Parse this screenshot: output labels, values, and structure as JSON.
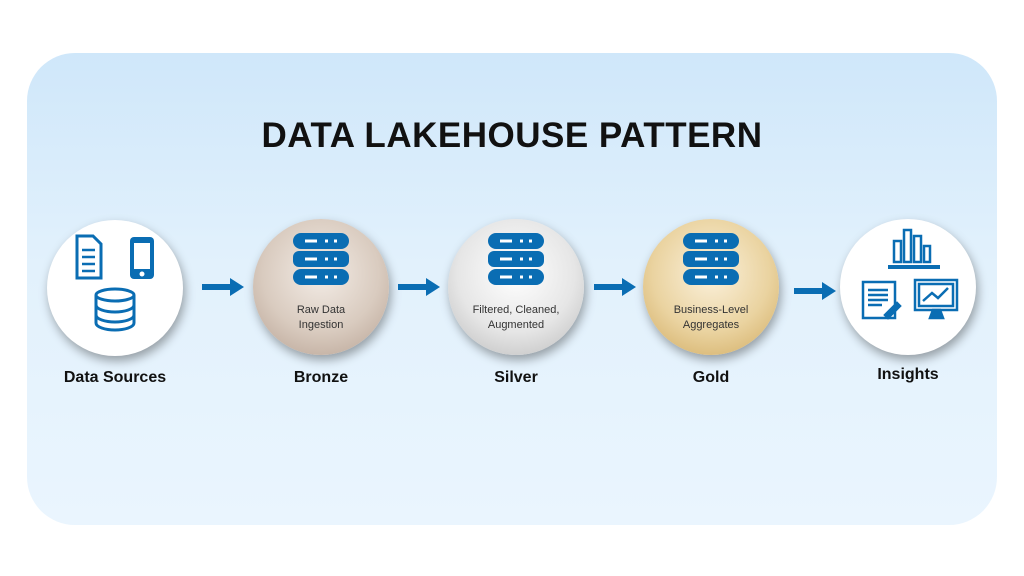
{
  "title": "DATA LAKEHOUSE PATTERN",
  "colors": {
    "accent": "#0a6db3"
  },
  "stages": [
    {
      "label": "Data Sources",
      "caption_lines": []
    },
    {
      "label": "Bronze",
      "caption_lines": [
        "Raw Data",
        "Ingestion"
      ]
    },
    {
      "label": "Silver",
      "caption_lines": [
        "Filtered, Cleaned,",
        "Augmented"
      ]
    },
    {
      "label": "Gold",
      "caption_lines": [
        "Business-Level",
        "Aggregates"
      ]
    },
    {
      "label": "Insights",
      "caption_lines": []
    }
  ]
}
